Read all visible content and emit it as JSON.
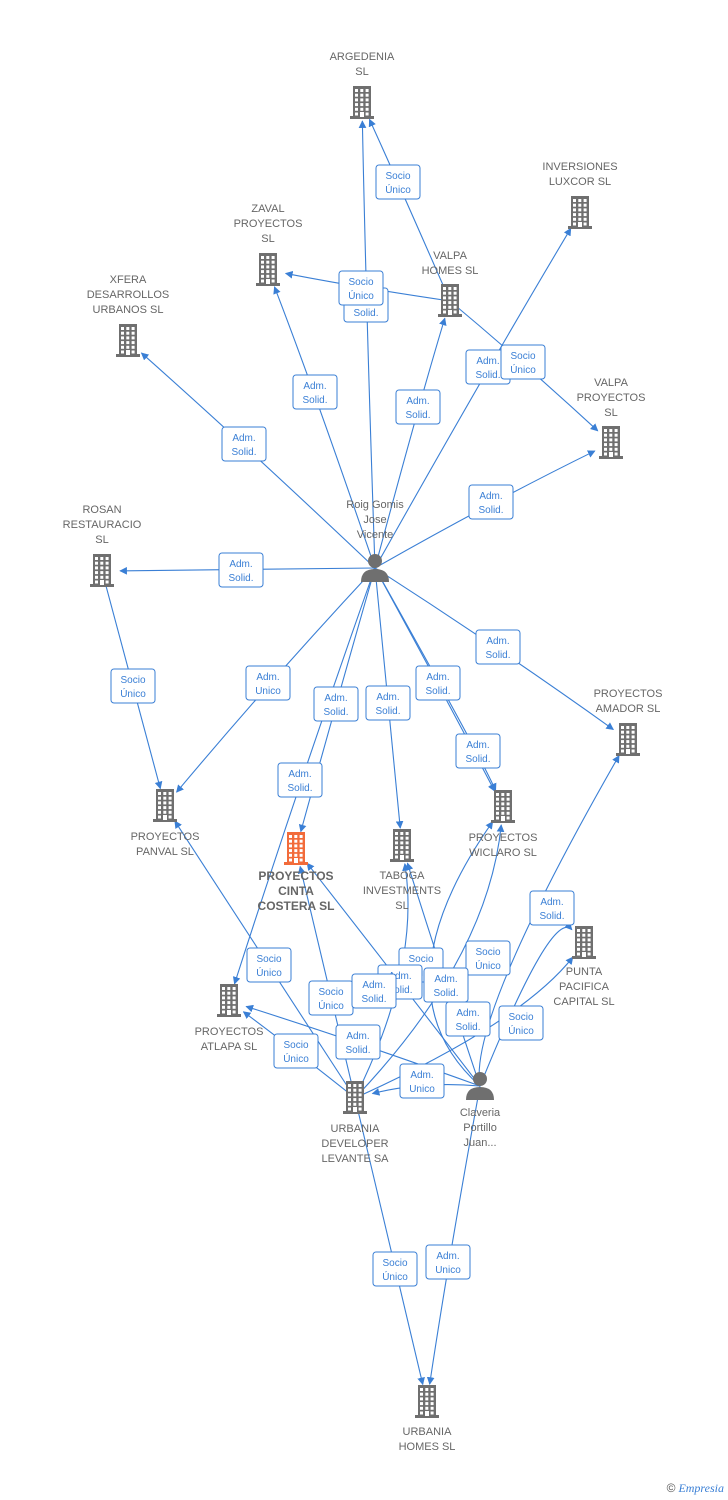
{
  "colors": {
    "accent": "#3a7fd5",
    "node": "#6f6f6f",
    "highlight": "#f26b3a",
    "label": "#666666"
  },
  "brand": {
    "copyright": "©",
    "name": "Empresia"
  },
  "nodes": [
    {
      "id": "argedenia",
      "type": "company",
      "lines": [
        "ARGEDENIA",
        "SL"
      ]
    },
    {
      "id": "inversiones",
      "type": "company",
      "lines": [
        "INVERSIONES",
        "LUXCOR  SL"
      ]
    },
    {
      "id": "zaval",
      "type": "company",
      "lines": [
        "ZAVAL",
        "PROYECTOS",
        "SL"
      ]
    },
    {
      "id": "valpa_homes",
      "type": "company",
      "lines": [
        "VALPA",
        "HOMES  SL"
      ]
    },
    {
      "id": "xfera",
      "type": "company",
      "lines": [
        "XFERA",
        "DESARROLLOS",
        "URBANOS SL"
      ]
    },
    {
      "id": "valpa_proyectos",
      "type": "company",
      "lines": [
        "VALPA",
        "PROYECTOS",
        "SL"
      ]
    },
    {
      "id": "rosan",
      "type": "company",
      "lines": [
        "ROSAN",
        "RESTAURACIO",
        "SL"
      ]
    },
    {
      "id": "roig",
      "type": "person",
      "lines": [
        "Roig Gomis",
        "Jose",
        "Vicente"
      ]
    },
    {
      "id": "amador",
      "type": "company",
      "lines": [
        "PROYECTOS",
        "AMADOR  SL"
      ]
    },
    {
      "id": "panval",
      "type": "company",
      "lines": [
        "PROYECTOS",
        "PANVAL  SL"
      ]
    },
    {
      "id": "cinta",
      "type": "company",
      "highlight": true,
      "lines": [
        "PROYECTOS",
        "CINTA",
        "COSTERA  SL"
      ]
    },
    {
      "id": "taboga",
      "type": "company",
      "lines": [
        "TABOGA",
        "INVESTMENTS",
        "SL"
      ]
    },
    {
      "id": "wiclaro",
      "type": "company",
      "lines": [
        "PROYECTOS",
        "WICLARO  SL"
      ]
    },
    {
      "id": "punta",
      "type": "company",
      "lines": [
        "PUNTA",
        "PACIFICA",
        "CAPITAL  SL"
      ]
    },
    {
      "id": "atlapa",
      "type": "company",
      "lines": [
        "PROYECTOS",
        "ATLAPA  SL"
      ]
    },
    {
      "id": "urbania_dev",
      "type": "company",
      "lines": [
        "URBANIA",
        "DEVELOPER",
        "LEVANTE SA"
      ]
    },
    {
      "id": "claveria",
      "type": "person",
      "lines": [
        "Claveria",
        "Portillo",
        "Juan..."
      ]
    },
    {
      "id": "urbania_homes",
      "type": "company",
      "lines": [
        "URBANIA",
        "HOMES  SL"
      ]
    }
  ],
  "edges": [
    {
      "from": "valpa_homes",
      "to": "argedenia",
      "label": [
        "Socio",
        "Único"
      ]
    },
    {
      "from": "roig",
      "to": "argedenia",
      "label": [
        "Adm.",
        "Solid."
      ]
    },
    {
      "from": "valpa_homes",
      "to": "zaval",
      "label": [
        "Socio",
        "Único"
      ]
    },
    {
      "from": "roig",
      "to": "zaval",
      "label": [
        "Adm.",
        "Solid."
      ]
    },
    {
      "from": "roig",
      "to": "xfera",
      "label": [
        "Adm.",
        "Solid."
      ]
    },
    {
      "from": "roig",
      "to": "valpa_homes",
      "label": [
        "Adm.",
        "Solid."
      ]
    },
    {
      "from": "roig",
      "to": "inversiones",
      "label": [
        "Adm.",
        "Solid."
      ]
    },
    {
      "from": "valpa_homes",
      "to": "valpa_proyectos",
      "label": [
        "Socio",
        "Único"
      ]
    },
    {
      "from": "roig",
      "to": "valpa_proyectos",
      "label": [
        "Adm.",
        "Solid."
      ]
    },
    {
      "from": "roig",
      "to": "rosan",
      "label": [
        "Adm.",
        "Solid."
      ]
    },
    {
      "from": "rosan",
      "to": "panval",
      "label": [
        "Socio",
        "Único"
      ]
    },
    {
      "from": "roig",
      "to": "panval",
      "label": [
        "Adm.",
        "Unico"
      ]
    },
    {
      "from": "roig",
      "to": "cinta",
      "label": [
        "Adm.",
        "Solid."
      ]
    },
    {
      "from": "roig",
      "to": "atlapa",
      "label": [
        "Adm.",
        "Solid."
      ]
    },
    {
      "from": "roig",
      "to": "taboga",
      "label": [
        "Adm.",
        "Solid."
      ]
    },
    {
      "from": "roig",
      "to": "wiclaro",
      "label": [
        "Adm.",
        "Solid."
      ]
    },
    {
      "from": "roig",
      "to": "wiclaro",
      "label": [
        "Adm.",
        "Solid."
      ]
    },
    {
      "from": "roig",
      "to": "amador",
      "label": [
        "Adm.",
        "Solid."
      ]
    },
    {
      "from": "urbania_dev",
      "to": "panval",
      "label": [
        "Socio",
        "Único"
      ]
    },
    {
      "from": "urbania_dev",
      "to": "cinta",
      "label": [
        "Socio",
        "Único"
      ]
    },
    {
      "from": "urbania_dev",
      "to": "taboga",
      "label": [
        "Socio",
        "Único"
      ]
    },
    {
      "from": "urbania_dev",
      "to": "wiclaro",
      "label": [
        "Socio",
        "Único"
      ]
    },
    {
      "from": "urbania_dev",
      "to": "punta",
      "label": [
        "Socio",
        "Único"
      ]
    },
    {
      "from": "urbania_dev",
      "to": "atlapa",
      "label": [
        "Socio",
        "Único"
      ]
    },
    {
      "from": "claveria",
      "to": "cinta",
      "label": [
        "Adm.",
        "Solid."
      ]
    },
    {
      "from": "claveria",
      "to": "taboga",
      "label": [
        "Adm.",
        "Solid."
      ]
    },
    {
      "from": "claveria",
      "to": "wiclaro",
      "label": [
        "Adm.",
        "Solid."
      ]
    },
    {
      "from": "claveria",
      "to": "punta",
      "label": [
        "Adm.",
        "Solid."
      ]
    },
    {
      "from": "claveria",
      "to": "amador",
      "label": [
        "Adm.",
        "Solid."
      ]
    },
    {
      "from": "claveria",
      "to": "atlapa",
      "label": [
        "Adm.",
        "Solid."
      ]
    },
    {
      "from": "claveria",
      "to": "urbania_dev",
      "label": [
        "Adm.",
        "Unico"
      ]
    },
    {
      "from": "urbania_dev",
      "to": "urbania_homes",
      "label": [
        "Socio",
        "Único"
      ]
    },
    {
      "from": "claveria",
      "to": "urbania_homes",
      "label": [
        "Adm.",
        "Unico"
      ]
    }
  ]
}
